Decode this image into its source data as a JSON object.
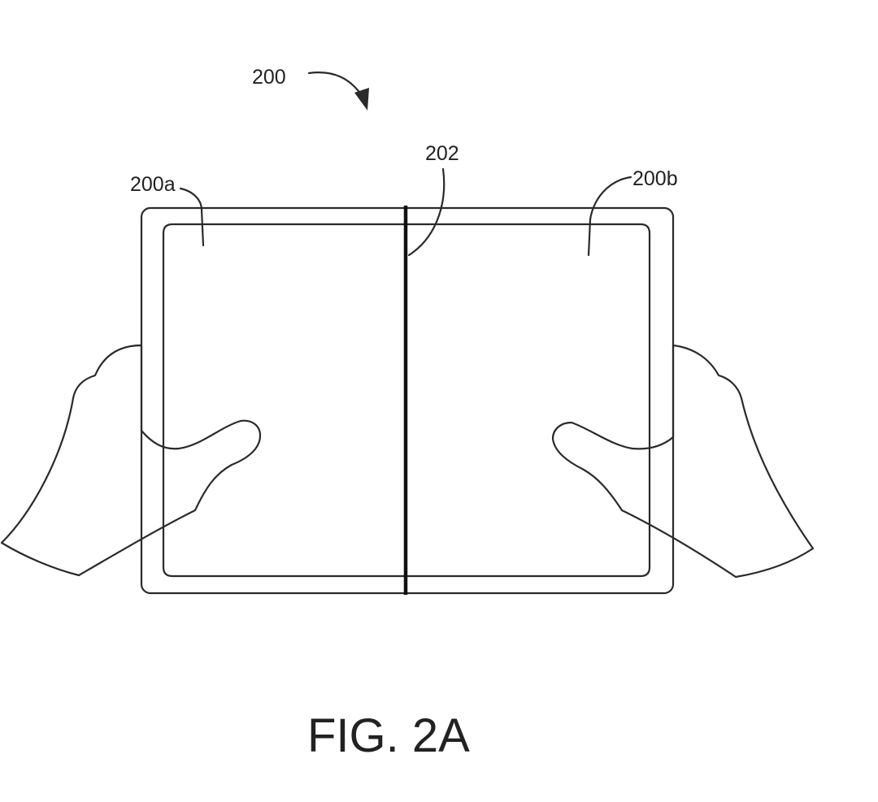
{
  "figure": {
    "caption": "FIG. 2A",
    "labels": {
      "device": "200",
      "left_panel": "200a",
      "hinge": "202",
      "right_panel": "200b"
    },
    "colors": {
      "ink": "#2a2a2a",
      "background": "#ffffff"
    }
  }
}
